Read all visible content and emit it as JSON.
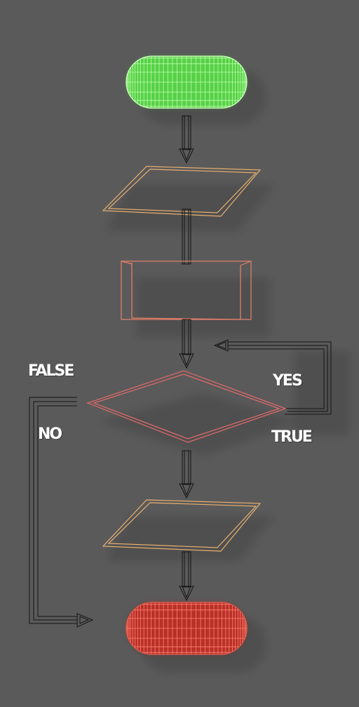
{
  "colors": {
    "background": "#5a5a5a",
    "start_terminal": "#6fe85a",
    "end_terminal": "#d03a30",
    "io_parallelogram": "#e8b070",
    "process_box": "#e8826a",
    "decision": "#e56a6a",
    "connectors": "#141414",
    "labels": "#ffffff"
  },
  "labels": {
    "false": "FALSE",
    "no": "NO",
    "yes": "YES",
    "true": "TRUE"
  },
  "nodes": [
    {
      "id": "start",
      "shape": "terminal",
      "color_key": "start_terminal"
    },
    {
      "id": "input",
      "shape": "parallelogram",
      "color_key": "io_parallelogram"
    },
    {
      "id": "process",
      "shape": "rectangle",
      "color_key": "process_box"
    },
    {
      "id": "decision",
      "shape": "diamond",
      "color_key": "decision"
    },
    {
      "id": "output",
      "shape": "parallelogram",
      "color_key": "io_parallelogram"
    },
    {
      "id": "end",
      "shape": "terminal",
      "color_key": "end_terminal"
    }
  ]
}
